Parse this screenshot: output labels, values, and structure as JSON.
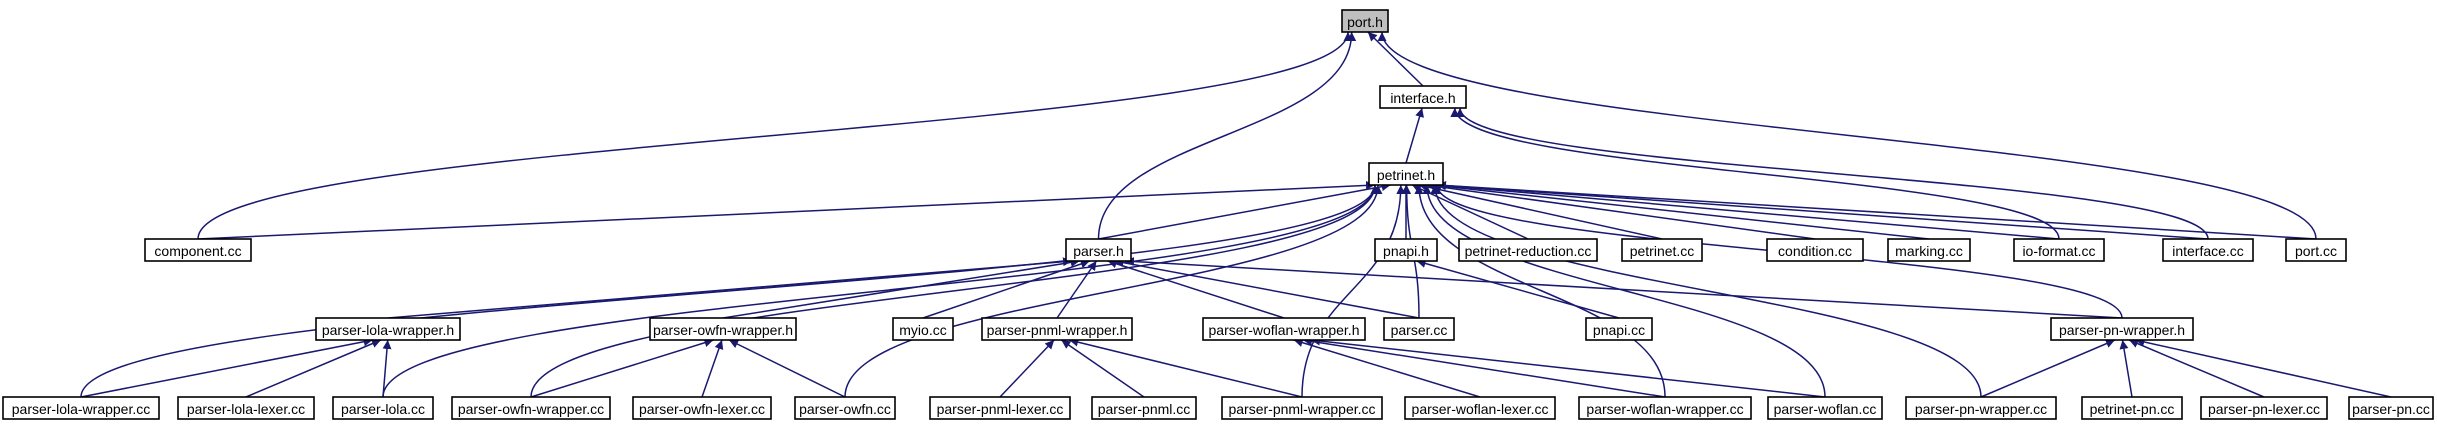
{
  "diagram": {
    "title": "",
    "colors": {
      "edge": "#191970",
      "node_border": "#000000",
      "node_fill": "#ffffff",
      "current_fill": "#bfbfbf"
    },
    "nodes": [
      {
        "id": "port_h",
        "label": "port.h",
        "current": true
      },
      {
        "id": "interface_h",
        "label": "interface.h"
      },
      {
        "id": "petrinet_h",
        "label": "petrinet.h"
      },
      {
        "id": "component_cc",
        "label": "component.cc"
      },
      {
        "id": "parser_h",
        "label": "parser.h"
      },
      {
        "id": "pnapi_h",
        "label": "pnapi.h"
      },
      {
        "id": "petrinet_reduction_cc",
        "label": "petrinet-reduction.cc"
      },
      {
        "id": "petrinet_cc",
        "label": "petrinet.cc"
      },
      {
        "id": "condition_cc",
        "label": "condition.cc"
      },
      {
        "id": "marking_cc",
        "label": "marking.cc"
      },
      {
        "id": "io_format_cc",
        "label": "io-format.cc"
      },
      {
        "id": "interface_cc",
        "label": "interface.cc"
      },
      {
        "id": "port_cc",
        "label": "port.cc"
      },
      {
        "id": "parser_lola_wrapper_h",
        "label": "parser-lola-wrapper.h"
      },
      {
        "id": "parser_owfn_wrapper_h",
        "label": "parser-owfn-wrapper.h"
      },
      {
        "id": "myio_cc",
        "label": "myio.cc"
      },
      {
        "id": "parser_pnml_wrapper_h",
        "label": "parser-pnml-wrapper.h"
      },
      {
        "id": "parser_woflan_wrapper_h",
        "label": "parser-woflan-wrapper.h"
      },
      {
        "id": "parser_cc",
        "label": "parser.cc"
      },
      {
        "id": "pnapi_cc",
        "label": "pnapi.cc"
      },
      {
        "id": "parser_pn_wrapper_h",
        "label": "parser-pn-wrapper.h"
      },
      {
        "id": "parser_lola_wrapper_cc",
        "label": "parser-lola-wrapper.cc"
      },
      {
        "id": "parser_lola_lexer_cc",
        "label": "parser-lola-lexer.cc"
      },
      {
        "id": "parser_lola_cc",
        "label": "parser-lola.cc"
      },
      {
        "id": "parser_owfn_wrapper_cc",
        "label": "parser-owfn-wrapper.cc"
      },
      {
        "id": "parser_owfn_lexer_cc",
        "label": "parser-owfn-lexer.cc"
      },
      {
        "id": "parser_owfn_cc",
        "label": "parser-owfn.cc"
      },
      {
        "id": "parser_pnml_lexer_cc",
        "label": "parser-pnml-lexer.cc"
      },
      {
        "id": "parser_pnml_cc",
        "label": "parser-pnml.cc"
      },
      {
        "id": "parser_pnml_wrapper_cc",
        "label": "parser-pnml-wrapper.cc"
      },
      {
        "id": "parser_woflan_lexer_cc",
        "label": "parser-woflan-lexer.cc"
      },
      {
        "id": "parser_woflan_wrapper_cc",
        "label": "parser-woflan-wrapper.cc"
      },
      {
        "id": "parser_woflan_cc",
        "label": "parser-woflan.cc"
      },
      {
        "id": "parser_pn_wrapper_cc",
        "label": "parser-pn-wrapper.cc"
      },
      {
        "id": "petrinet_pn_cc",
        "label": "petrinet-pn.cc"
      },
      {
        "id": "parser_pn_lexer_cc",
        "label": "parser-pn-lexer.cc"
      },
      {
        "id": "parser_pn_cc",
        "label": "parser-pn.cc"
      }
    ],
    "edges": [
      [
        "interface_h",
        "port_h"
      ],
      [
        "component_cc",
        "port_h"
      ],
      [
        "parser_h",
        "port_h"
      ],
      [
        "port_cc",
        "port_h"
      ],
      [
        "petrinet_h",
        "interface_h"
      ],
      [
        "io_format_cc",
        "interface_h"
      ],
      [
        "interface_cc",
        "interface_h"
      ],
      [
        "component_cc",
        "petrinet_h"
      ],
      [
        "parser_h",
        "petrinet_h"
      ],
      [
        "pnapi_h",
        "petrinet_h"
      ],
      [
        "petrinet_reduction_cc",
        "petrinet_h"
      ],
      [
        "petrinet_cc",
        "petrinet_h"
      ],
      [
        "condition_cc",
        "petrinet_h"
      ],
      [
        "marking_cc",
        "petrinet_h"
      ],
      [
        "io_format_cc",
        "petrinet_h"
      ],
      [
        "interface_cc",
        "petrinet_h"
      ],
      [
        "port_cc",
        "petrinet_h"
      ],
      [
        "parser_cc",
        "petrinet_h"
      ],
      [
        "parser_pn_wrapper_h",
        "petrinet_h"
      ],
      [
        "parser_lola_wrapper_cc",
        "petrinet_h"
      ],
      [
        "parser_lola_cc",
        "petrinet_h"
      ],
      [
        "parser_owfn_wrapper_cc",
        "petrinet_h"
      ],
      [
        "parser_owfn_cc",
        "petrinet_h"
      ],
      [
        "parser_pnml_wrapper_cc",
        "petrinet_h"
      ],
      [
        "parser_woflan_wrapper_cc",
        "petrinet_h"
      ],
      [
        "parser_woflan_cc",
        "petrinet_h"
      ],
      [
        "parser_pn_wrapper_cc",
        "petrinet_h"
      ],
      [
        "parser_lola_wrapper_h",
        "parser_h"
      ],
      [
        "parser_owfn_wrapper_h",
        "parser_h"
      ],
      [
        "myio_cc",
        "parser_h"
      ],
      [
        "parser_pnml_wrapper_h",
        "parser_h"
      ],
      [
        "parser_woflan_wrapper_h",
        "parser_h"
      ],
      [
        "parser_cc",
        "parser_h"
      ],
      [
        "parser_pn_wrapper_h",
        "parser_h"
      ],
      [
        "pnapi_cc",
        "pnapi_h"
      ],
      [
        "parser_lola_wrapper_cc",
        "parser_lola_wrapper_h"
      ],
      [
        "parser_lola_lexer_cc",
        "parser_lola_wrapper_h"
      ],
      [
        "parser_lola_cc",
        "parser_lola_wrapper_h"
      ],
      [
        "parser_owfn_wrapper_cc",
        "parser_owfn_wrapper_h"
      ],
      [
        "parser_owfn_lexer_cc",
        "parser_owfn_wrapper_h"
      ],
      [
        "parser_owfn_cc",
        "parser_owfn_wrapper_h"
      ],
      [
        "parser_pnml_lexer_cc",
        "parser_pnml_wrapper_h"
      ],
      [
        "parser_pnml_cc",
        "parser_pnml_wrapper_h"
      ],
      [
        "parser_pnml_wrapper_cc",
        "parser_pnml_wrapper_h"
      ],
      [
        "parser_woflan_lexer_cc",
        "parser_woflan_wrapper_h"
      ],
      [
        "parser_woflan_wrapper_cc",
        "parser_woflan_wrapper_h"
      ],
      [
        "parser_woflan_cc",
        "parser_woflan_wrapper_h"
      ],
      [
        "parser_pn_wrapper_cc",
        "parser_pn_wrapper_h"
      ],
      [
        "petrinet_pn_cc",
        "parser_pn_wrapper_h"
      ],
      [
        "parser_pn_lexer_cc",
        "parser_pn_wrapper_h"
      ],
      [
        "parser_pn_cc",
        "parser_pn_wrapper_h"
      ]
    ]
  }
}
